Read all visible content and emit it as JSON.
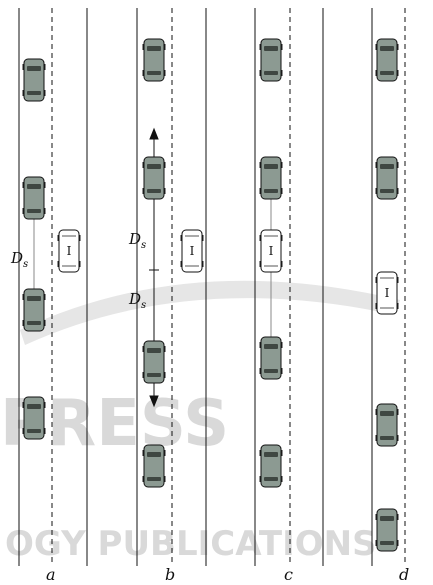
{
  "panels": [
    {
      "label": "a",
      "annotations": [
        "Ds"
      ]
    },
    {
      "label": "b",
      "annotations": [
        "Ds",
        "Ds"
      ]
    },
    {
      "label": "c",
      "annotations": []
    },
    {
      "label": "d",
      "annotations": []
    }
  ],
  "ds": {
    "main": "D",
    "sub": "s"
  },
  "subject_vehicle_letter": "I",
  "watermark": {
    "big": "PRESS",
    "small": "OGY PUBLICATIONS"
  },
  "colors": {
    "other_car_fill": "#8c9a92",
    "other_car_dark": "#3f4742",
    "subject_car_fill": "#ffffff",
    "line": "#111111",
    "watermark": "#d9d9d9"
  }
}
